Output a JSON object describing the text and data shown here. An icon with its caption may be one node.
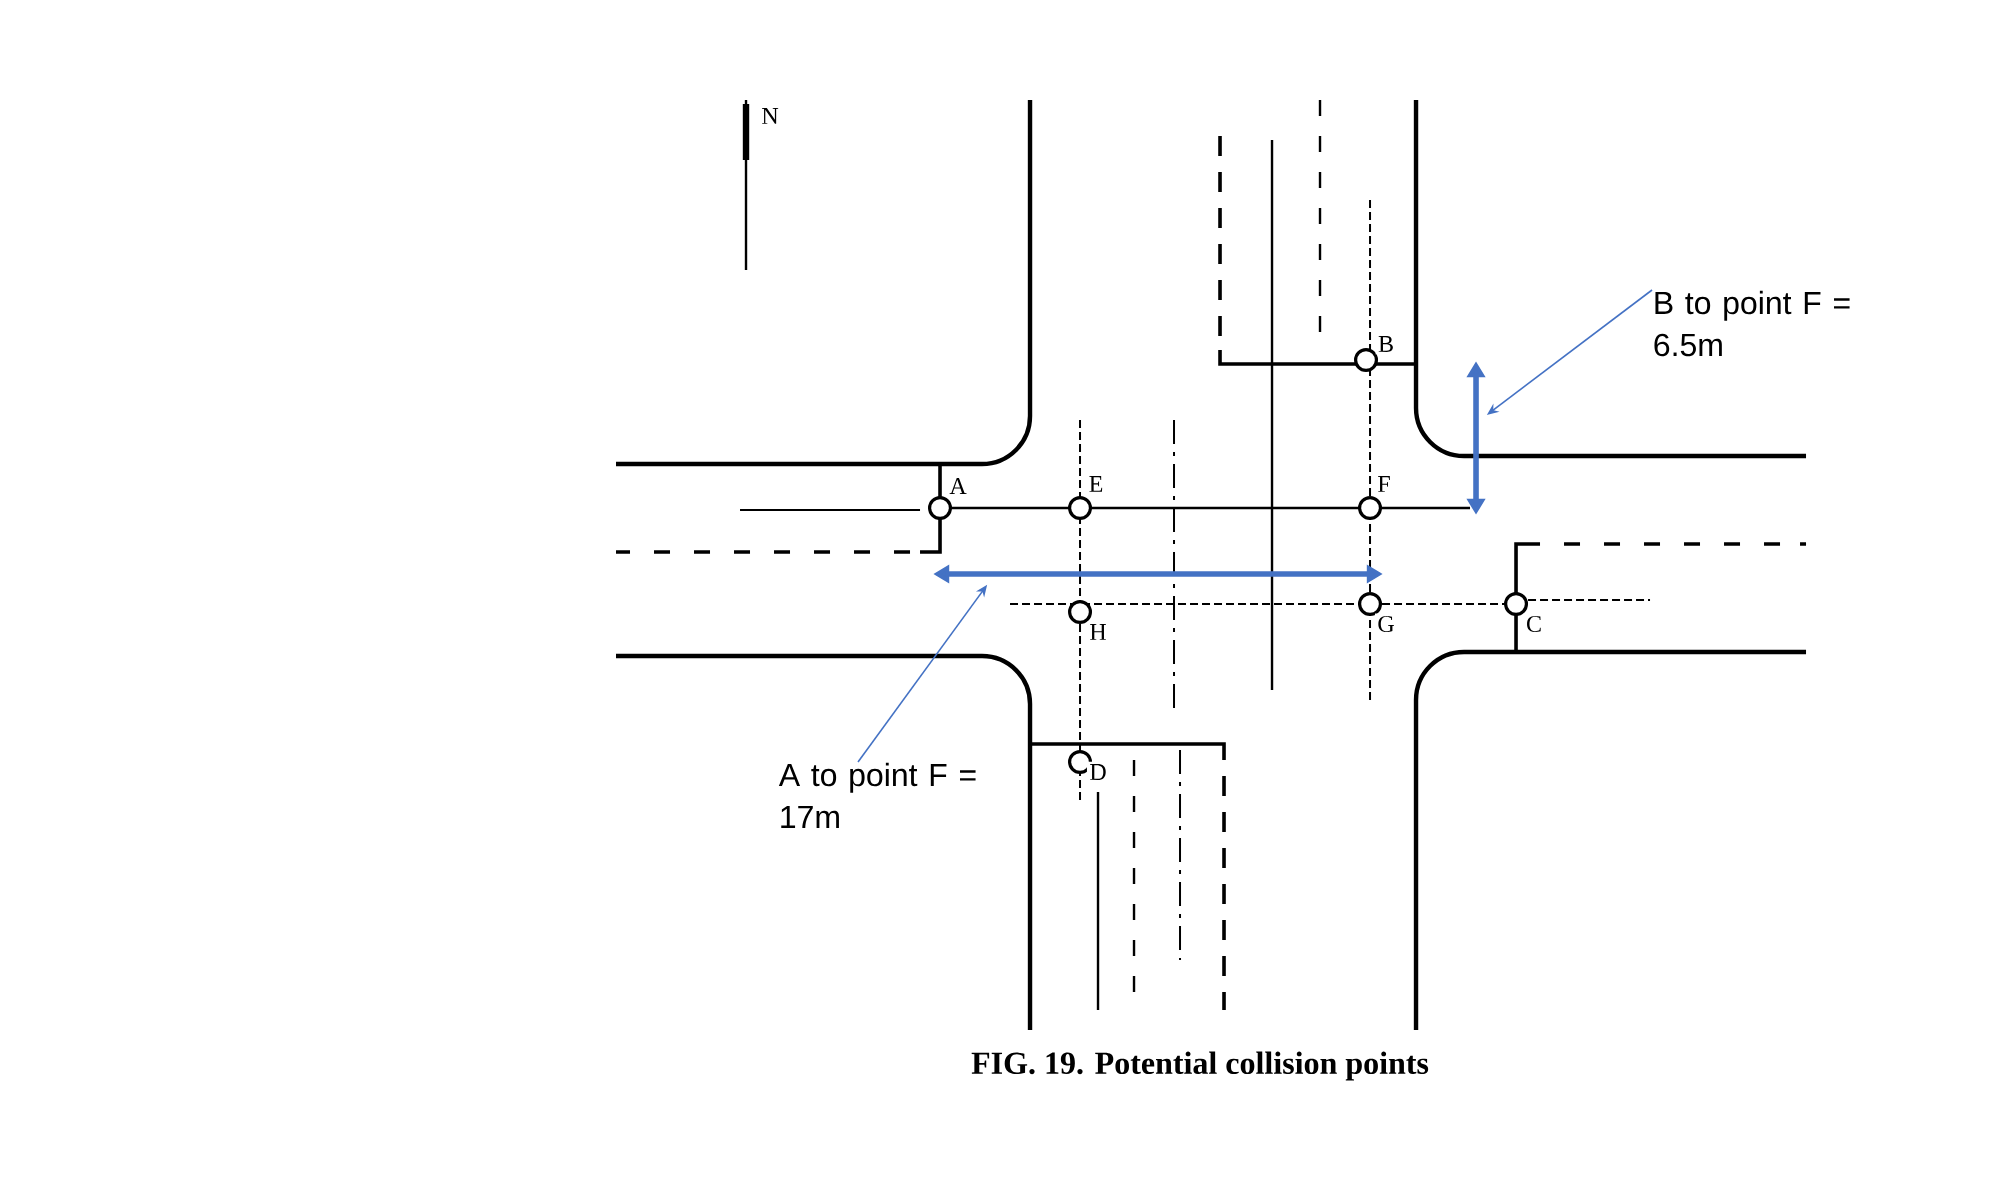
{
  "diagram": {
    "caption": "FIG. 19. Potential collision points",
    "nodes": [
      {
        "text": [
          "B to point F = 6.5m"
        ]
      },
      {
        "text": [],
        "shape": "arrow"
      },
      {
        "text": [
          "A to point F = 17m"
        ]
      },
      {
        "text": [],
        "shape": "arrow"
      }
    ],
    "edges": [
      {
        "from": 0,
        "to": 1,
        "arrow": "to"
      },
      {
        "from": 2,
        "to": 3,
        "arrow": "to"
      }
    ],
    "labels": [
      "N",
      "B",
      "A",
      "E",
      "F",
      "H",
      "G",
      "C",
      "D"
    ]
  }
}
